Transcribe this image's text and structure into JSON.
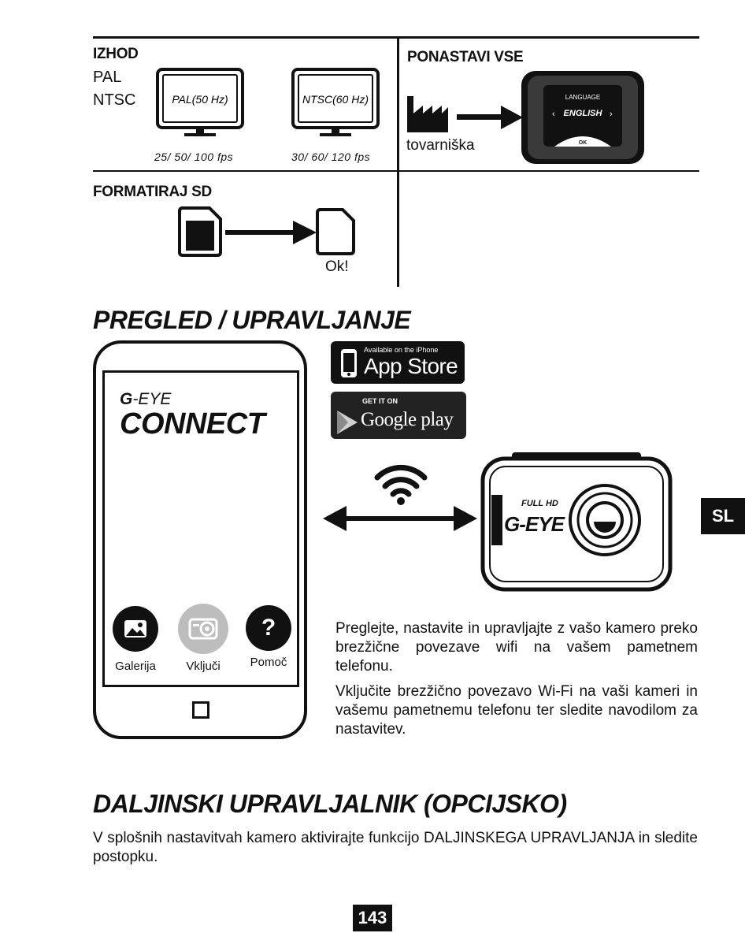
{
  "output": {
    "title": "IZHOD",
    "opt_pal": "PAL",
    "opt_ntsc": "NTSC",
    "screen_pal": "PAL(50 Hz)",
    "screen_ntsc": "NTSC(60 Hz)",
    "fps_pal": "25/ 50/ 100 fps",
    "fps_ntsc": "30/ 60/ 120 fps"
  },
  "reset": {
    "title": "PONASTAVI VSE",
    "factory_label": "tovarniška",
    "cam_lang": "LANGUAGE",
    "cam_english": "ENGLISH",
    "cam_ok": "OK"
  },
  "format": {
    "title": "FORMATIRAJ SD",
    "ok": "Ok!"
  },
  "overview": {
    "title": "PREGLED / UPRAVLJANJE",
    "app_brand_g": "G",
    "app_brand_eye": "-EYE",
    "app_brand_connect": "CONNECT",
    "btn_gallery": "Galerija",
    "btn_connect": "Vključi",
    "btn_help": "Pomoč",
    "help_glyph": "?",
    "appstore_small": "Available on the iPhone",
    "appstore_big": "App Store",
    "gplay_small": "GET IT ON",
    "gplay_big": "Google play",
    "cam_fullhd": "FULL HD",
    "cam_logo": "G-EYE",
    "paragraph1": "Preglejte, nastavite in upravljajte z vašo kamero preko brezžične povezave wifi na vašem pametnem telefonu.",
    "paragraph2": "Vključite brezžično povezavo Wi-Fi na vaši kameri in vašemu pametnemu telefonu ter sledite navodilom za nastavitev."
  },
  "remote": {
    "title": "DALJINSKI UPRAVLJALNIK (OPCIJSKO)",
    "text": "V splošnih nastavitvah kamero aktivirajte funkcijo DALJINSKEGA UPRAVLJANJA in sledite postopku."
  },
  "side_tab": "SL",
  "page_number": "143"
}
